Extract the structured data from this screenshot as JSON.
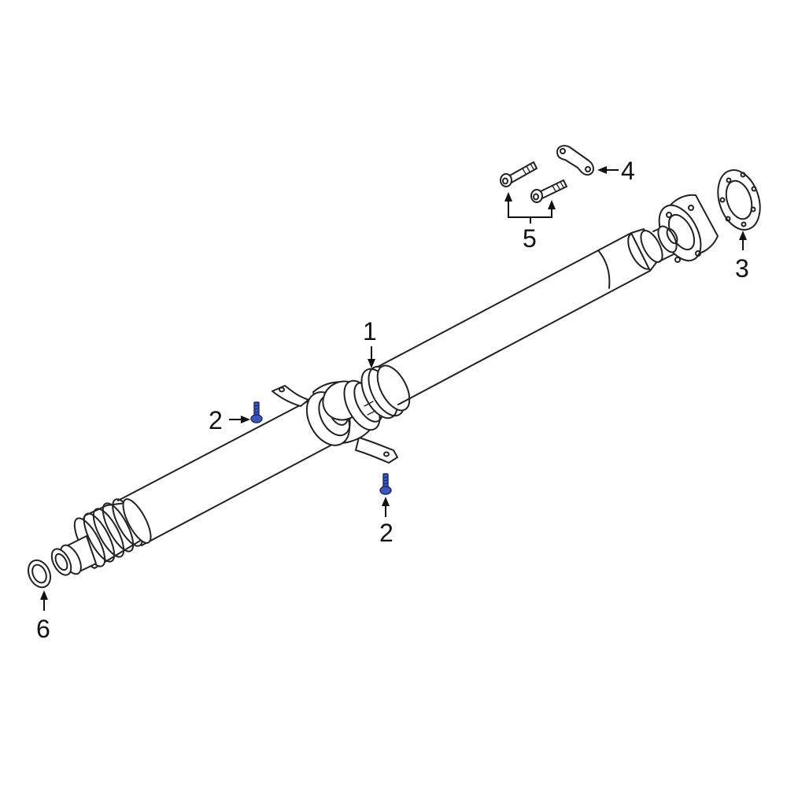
{
  "callouts": {
    "c1": "1",
    "c2a": "2",
    "c2b": "2",
    "c3": "3",
    "c4": "4",
    "c5": "5",
    "c6": "6"
  },
  "colors": {
    "line": "#222222",
    "highlight": "#3d57b8",
    "background": "#ffffff"
  }
}
